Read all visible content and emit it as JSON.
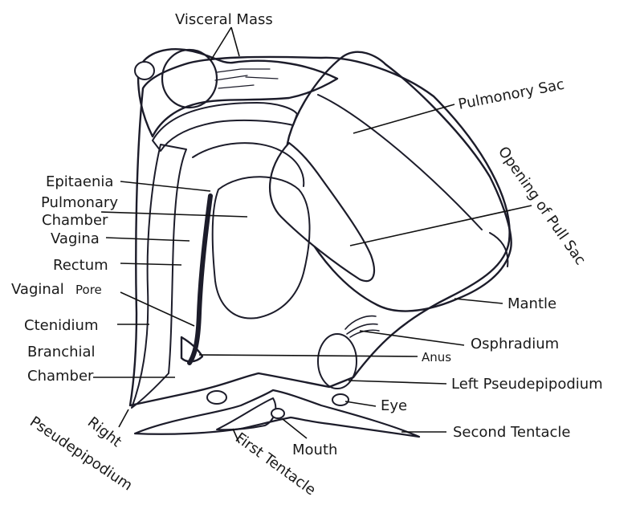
{
  "labels": {
    "visceral_mass": "Visceral Mass",
    "pulmonory_sac": "Pulmonory Sac",
    "opening_of_pull_sac": "Opening of Pull Sac",
    "epitaenia": "Epitaenia",
    "pulmonary": "Pulmonary",
    "chamber": "Chamber",
    "vagina": "Vagina",
    "rectum": "Rectum",
    "vaginal": "Vaginal",
    "pore": "Pore",
    "ctenidium": "Ctenidium",
    "branchial": "Branchial",
    "branchial_chamber": "Chamber",
    "mantle": "Mantle",
    "osphradium": "Osphradium",
    "anus": "Anus",
    "left_pseudepipodium": "Left Pseudepipodium",
    "eye": "Eye",
    "second_tentacle": "Second Tentacle",
    "mouth": "Mouth",
    "first_tentacle": "First Tentacle",
    "right": "Right",
    "pseudepipodium": "Pseudepipodium"
  },
  "colors": {
    "ink": "#1c1c2a",
    "wash": "#b8cbe6",
    "wash_light": "#dce6f4",
    "background": "#ffffff"
  }
}
